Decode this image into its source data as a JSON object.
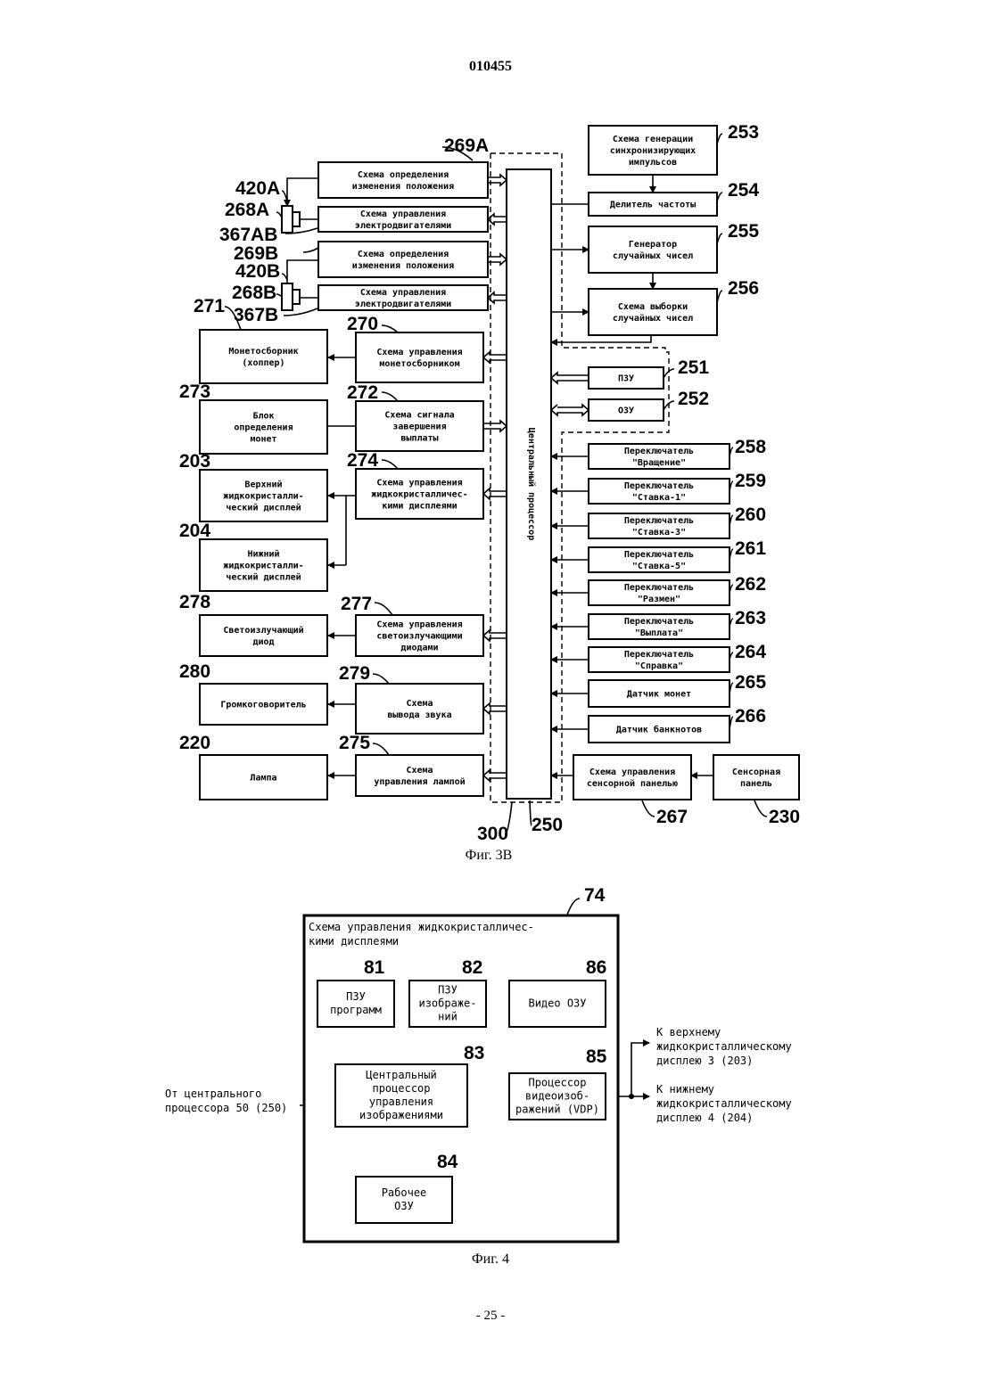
{
  "header": {
    "doc_number": "010455"
  },
  "footer": {
    "page_number": "- 25 -"
  },
  "fig3b": {
    "caption": "Фиг. 3В",
    "cpu_label": "Центральный процессор",
    "ref_cpu_outer": "300",
    "ref_cpu": "250",
    "left_blocks": [
      {
        "ref": "269A",
        "lines": [
          "Схема определения",
          "изменения положения"
        ]
      },
      {
        "ref": "",
        "lines": [
          "Схема управления",
          "электродвигателями"
        ]
      },
      {
        "ref": "269B",
        "lines": [
          "Схема определения",
          "изменения положения"
        ]
      },
      {
        "ref": "",
        "lines": [
          "Схема управления",
          "электродвигателями"
        ]
      },
      {
        "ref": "270",
        "lines": [
          "Схема управления",
          "монетосборником"
        ]
      },
      {
        "ref": "272",
        "lines": [
          "Схема сигнала",
          "завершения",
          "выплаты"
        ]
      },
      {
        "ref": "274",
        "lines": [
          "Схема управления",
          "жидкокристалличес-",
          "кими дисплеями"
        ]
      },
      {
        "ref": "277",
        "lines": [
          "Схема управления",
          "светоизлучающими",
          "диодами"
        ]
      },
      {
        "ref": "279",
        "lines": [
          "Схема",
          "вывода звука"
        ]
      },
      {
        "ref": "275",
        "lines": [
          "Схема",
          "управления лампой"
        ]
      }
    ],
    "actuator_labels": [
      "420A",
      "268A",
      "367AB",
      "420B",
      "268B",
      "367B"
    ],
    "far_left_blocks": [
      {
        "ref": "271",
        "lines": [
          "Монетосборник",
          "(хоппер)"
        ]
      },
      {
        "ref": "273",
        "lines": [
          "Блок",
          "определения",
          "монет"
        ]
      },
      {
        "ref": "203",
        "lines": [
          "Верхний",
          "жидкокристалли-",
          "ческий дисплей"
        ]
      },
      {
        "ref": "204",
        "lines": [
          "Нижний",
          "жидкокристалли-",
          "ческий дисплей"
        ]
      },
      {
        "ref": "278",
        "lines": [
          "Светоизлучающий",
          "диод"
        ]
      },
      {
        "ref": "280",
        "lines": [
          "Громкоговоритель"
        ]
      },
      {
        "ref": "220",
        "lines": [
          "Лампа"
        ]
      }
    ],
    "right_blocks": [
      {
        "ref": "253",
        "lines": [
          "Схема генерации",
          "синхронизирующих",
          "импульсов"
        ]
      },
      {
        "ref": "254",
        "lines": [
          "Делитель частоты"
        ]
      },
      {
        "ref": "255",
        "lines": [
          "Генератор",
          "случайных чисел"
        ]
      },
      {
        "ref": "256",
        "lines": [
          "Схема выборки",
          "случайных чисел"
        ]
      },
      {
        "ref": "251",
        "lines": [
          "ПЗУ"
        ]
      },
      {
        "ref": "252",
        "lines": [
          "ОЗУ"
        ]
      },
      {
        "ref": "258",
        "lines": [
          "Переключатель",
          "\"Вращение\""
        ]
      },
      {
        "ref": "259",
        "lines": [
          "Переключатель",
          "\"Ставка-1\""
        ]
      },
      {
        "ref": "260",
        "lines": [
          "Переключатель",
          "\"Ставка-3\""
        ]
      },
      {
        "ref": "261",
        "lines": [
          "Переключатель",
          "\"Ставка-5\""
        ]
      },
      {
        "ref": "262",
        "lines": [
          "Переключатель",
          "\"Размен\""
        ]
      },
      {
        "ref": "263",
        "lines": [
          "Переключатель",
          "\"Выплата\""
        ]
      },
      {
        "ref": "264",
        "lines": [
          "Переключатель",
          "\"Справка\""
        ]
      },
      {
        "ref": "265",
        "lines": [
          "Датчик монет"
        ]
      },
      {
        "ref": "266",
        "lines": [
          "Датчик банкнотов"
        ]
      }
    ],
    "touch_control": {
      "ref": "267",
      "lines": [
        "Схема управления",
        "сенсорной панелью"
      ]
    },
    "touch_panel": {
      "ref": "230",
      "lines": [
        "Сенсорная",
        "панель"
      ]
    }
  },
  "fig4": {
    "caption": "Фиг. 4",
    "outer_ref": "74",
    "outer_title": [
      "Схема управления жидкокристалличес-",
      "кими дисплеями"
    ],
    "blocks": {
      "rom_prog": {
        "ref": "81",
        "lines": [
          "ПЗУ",
          "программ"
        ]
      },
      "rom_img": {
        "ref": "82",
        "lines": [
          "ПЗУ",
          "изображе-",
          "ний"
        ]
      },
      "vram": {
        "ref": "86",
        "lines": [
          "Видео ОЗУ"
        ]
      },
      "cpu": {
        "ref": "83",
        "lines": [
          "Центральный",
          "процессор",
          "управления",
          "изображениями"
        ]
      },
      "vdp": {
        "ref": "85",
        "lines": [
          "Процессор",
          "видеоизоб-",
          "ражений (VDP)"
        ]
      },
      "work_ram": {
        "ref": "84",
        "lines": [
          "Рабочее",
          "ОЗУ"
        ]
      }
    },
    "input_label": [
      "От центрального",
      "процессора 50 (250)"
    ],
    "out_upper": [
      "К верхнему",
      "жидкокристаллическому",
      "дисплею 3 (203)"
    ],
    "out_lower": [
      "К нижнему",
      "жидкокристаллическому",
      "дисплею 4 (204)"
    ]
  }
}
